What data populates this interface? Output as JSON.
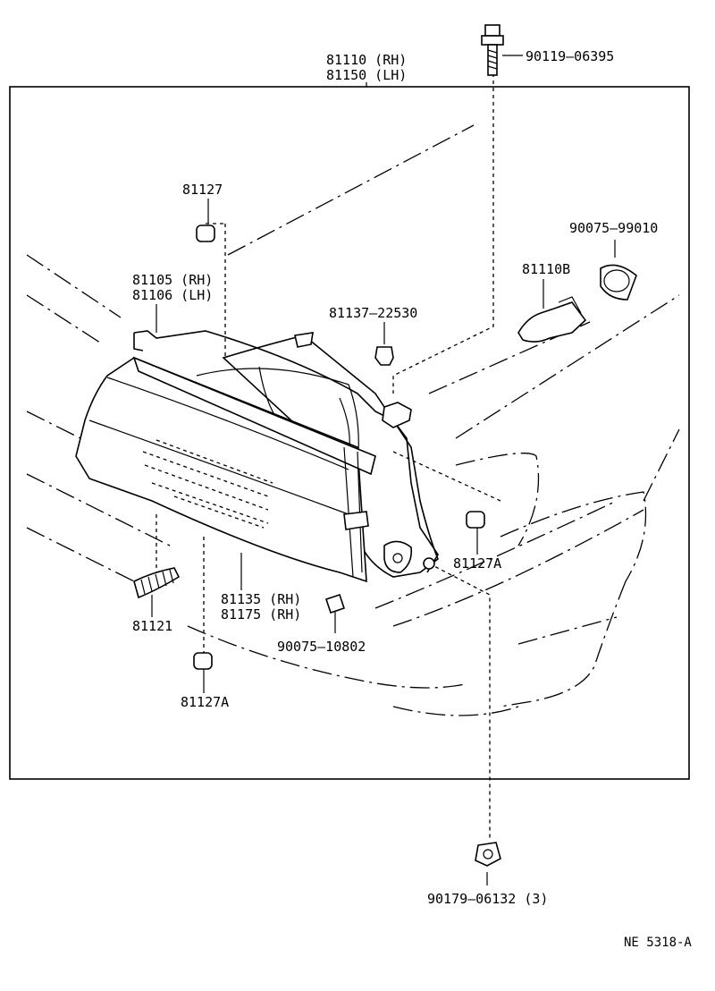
{
  "diagram": {
    "labels": {
      "p81110": "81110 (RH)",
      "p81150": "81150 (LH)",
      "p90119": "90119–06395",
      "p81127": "81127",
      "p90075a": "90075–99010",
      "p81105": "81105 (RH)",
      "p81106": "81106 (LH)",
      "p81137": "81137–22530",
      "p81110b": "81110B",
      "p81127a_right": "81127A",
      "p81135": "81135 (RH)",
      "p81175": "81175 (RH)",
      "p81121": "81121",
      "p90075b": "90075–10802",
      "p81127a_left": "81127A",
      "p90179": "90179–06132 (3)",
      "code": "NE  5318-A"
    }
  }
}
